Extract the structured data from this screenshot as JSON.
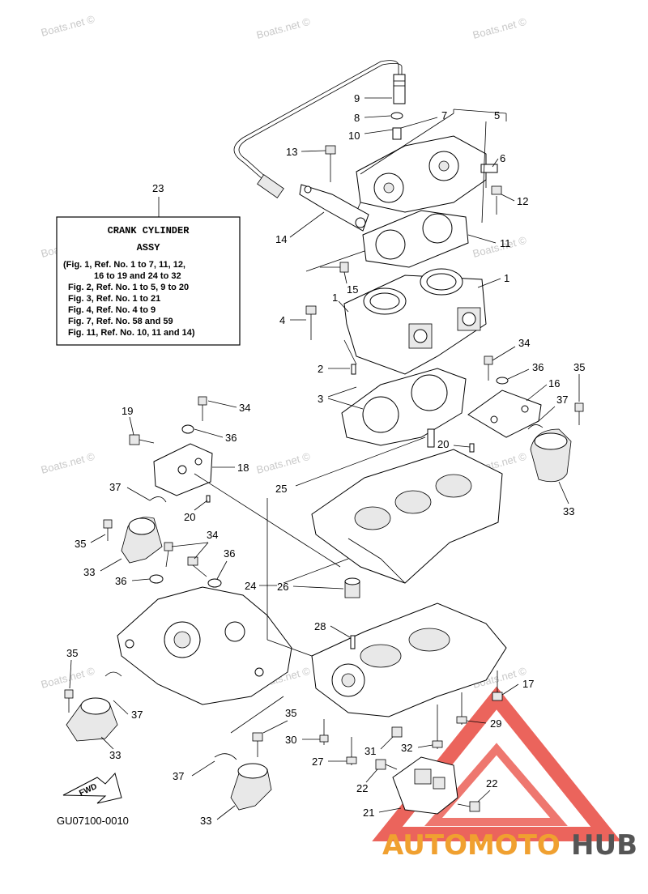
{
  "info_box": {
    "ref": "23",
    "title": "CRANK CYLINDER",
    "subtitle": "ASSY",
    "lines": [
      "(Fig. 1, Ref. No. 1 to 7, 11, 12,",
      "16 to 19 and 24 to 32",
      "Fig. 2, Ref. No. 1 to 5, 9 to 20",
      "Fig. 3, Ref. No. 1 to 21",
      "Fig. 4, Ref. No. 4 to 9",
      "Fig. 7, Ref. No. 58 and 59",
      "Fig. 11, Ref. No. 10, 11 and 14)"
    ]
  },
  "part_code": "GU07100-0010",
  "fwd_label": "FWD",
  "watermark_text": "Boats.net ©",
  "logo": {
    "part1": "AUTOMOTO",
    "part2": "HUB",
    "color_red": "#e8493f",
    "color_orange": "#f0a030",
    "color_gray": "#555555"
  },
  "callouts": {
    "c9": "9",
    "c8": "8",
    "c10": "10",
    "c7": "7",
    "c5": "5",
    "c6": "6",
    "c13": "13",
    "c12": "12",
    "c14": "14",
    "c11": "11",
    "c15": "15",
    "c1a": "1",
    "c1b": "1",
    "c4a": "4",
    "c2": "2",
    "c3": "3",
    "c34a": "34",
    "c36a": "36",
    "c16": "16",
    "c35a": "35",
    "c37a": "37",
    "c19": "19",
    "c34b": "34",
    "c36b": "36",
    "c18": "18",
    "c20a": "20",
    "c25": "25",
    "c37b": "37",
    "c20b": "20",
    "c33a": "33",
    "c35b": "35",
    "c34c": "34",
    "c33b": "33",
    "c36c": "36",
    "c36d": "36",
    "c24": "24",
    "c26": "26",
    "c28": "28",
    "c35c": "35",
    "c17": "17",
    "c37c": "37",
    "c33c": "33",
    "c29": "29",
    "c35d": "35",
    "c30": "30",
    "c31": "31",
    "c32": "32",
    "c27": "27",
    "c22a": "22",
    "c22b": "22",
    "c37d": "37",
    "c21": "21",
    "c33d": "33"
  }
}
